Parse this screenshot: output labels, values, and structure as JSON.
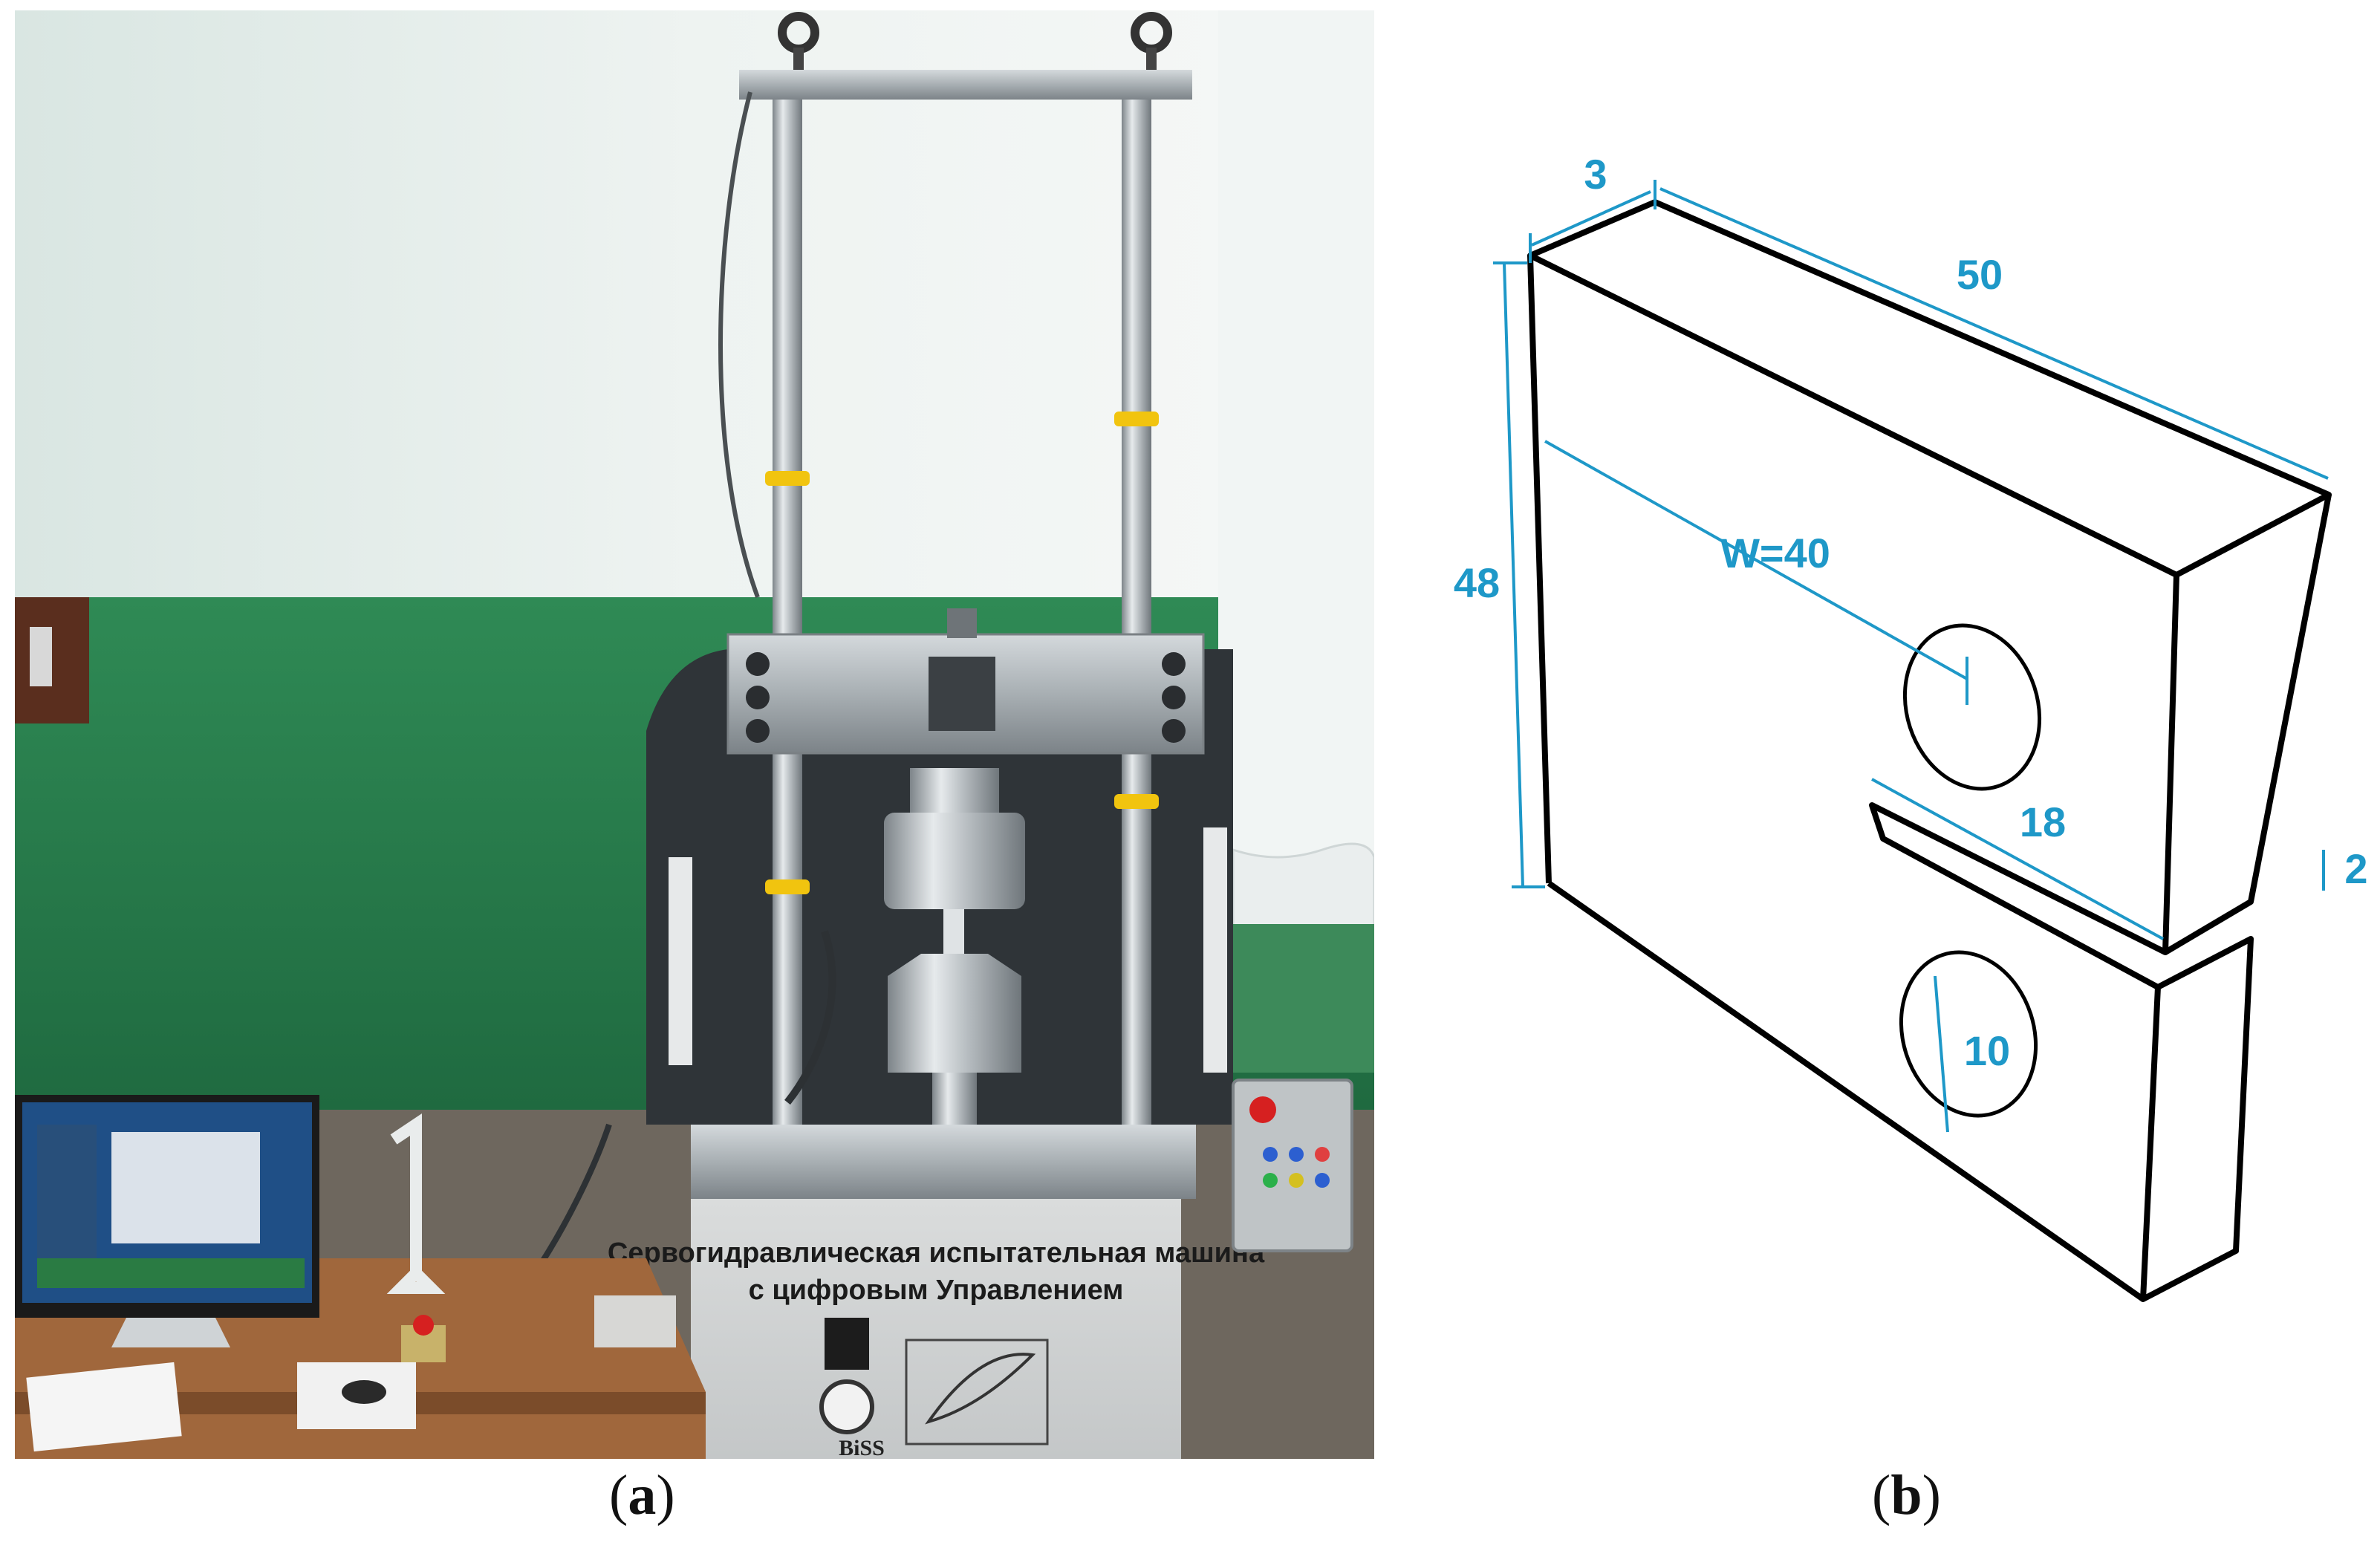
{
  "photo": {
    "machine_label_line1": "Сервогидравлическая испытательная машина",
    "machine_label_line2": "с цифровым Управлением",
    "brand": "BiSS"
  },
  "drawing": {
    "dimensions": {
      "thickness": "3",
      "length": "50",
      "height": "48",
      "width": "W=40",
      "notch": "18",
      "gap": "2",
      "hole": "10"
    },
    "line_color": "#000000",
    "dimension_color": "#1e98c8"
  },
  "captions": {
    "a_open": "(",
    "a_letter": "a",
    "a_close": ")",
    "b_open": "(",
    "b_letter": "b",
    "b_close": ")"
  }
}
